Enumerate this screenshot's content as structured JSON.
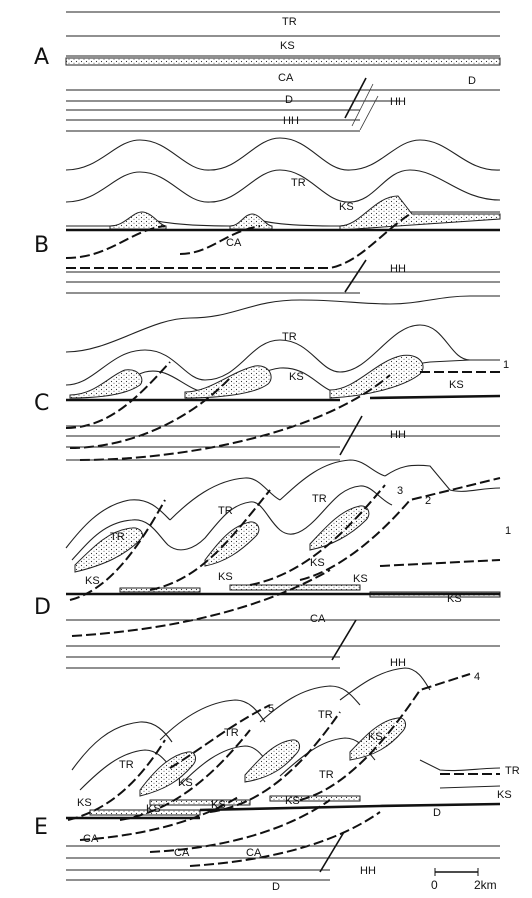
{
  "panels": [
    {
      "letter": "A",
      "units": {
        "tr": "TR",
        "ks": "KS",
        "ca": "CA",
        "d1": "D",
        "d2": "D",
        "hh": "HH"
      }
    },
    {
      "letter": "B",
      "units": {
        "tr": "TR",
        "ks": "KS",
        "ca": "CA",
        "hh": "HH"
      }
    },
    {
      "letter": "C",
      "units": {
        "tr": "TR",
        "ks1": "KS",
        "ks2": "KS",
        "hh": "HH"
      },
      "fault_numbers": [
        "1"
      ]
    },
    {
      "letter": "D",
      "units": {
        "tr1": "TR",
        "tr2": "TR",
        "tr3": "TR",
        "ks1": "KS",
        "ks2": "KS",
        "ks3": "KS",
        "ks4": "KS",
        "ks5": "KS",
        "ca": "CA",
        "hh": "HH"
      },
      "fault_numbers": [
        "3",
        "2",
        "1"
      ]
    },
    {
      "letter": "E",
      "units": {
        "tr1": "TR",
        "tr2": "TR",
        "tr3": "TR",
        "tr4": "TR",
        "tr5": "TR",
        "ks1": "KS",
        "ks2": "KS",
        "ks3": "KS",
        "ks4": "KS",
        "ks5": "KS",
        "ks6": "KS",
        "ks7": "KS",
        "ca1": "CA",
        "ca2": "CA",
        "ca3": "CA",
        "d1": "D",
        "d2": "D",
        "hh": "HH"
      },
      "fault_numbers": [
        "5",
        "4"
      ]
    }
  ],
  "scale_bar": {
    "zero": "0",
    "length": "2km"
  },
  "colors": {
    "ink": "#111111",
    "background": "#ffffff"
  }
}
